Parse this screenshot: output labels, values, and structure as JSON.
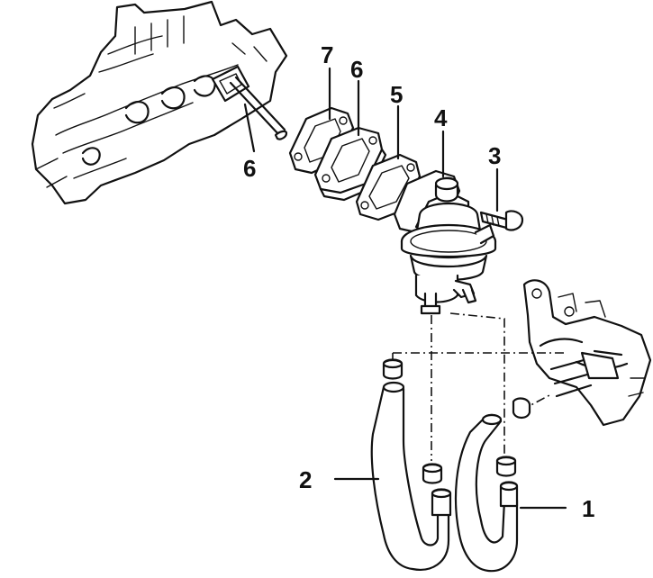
{
  "callouts": {
    "c7": "7",
    "c6_top": "6",
    "c5": "5",
    "c4": "4",
    "c3": "3",
    "c6_left": "6",
    "c2": "2",
    "c1": "1"
  }
}
